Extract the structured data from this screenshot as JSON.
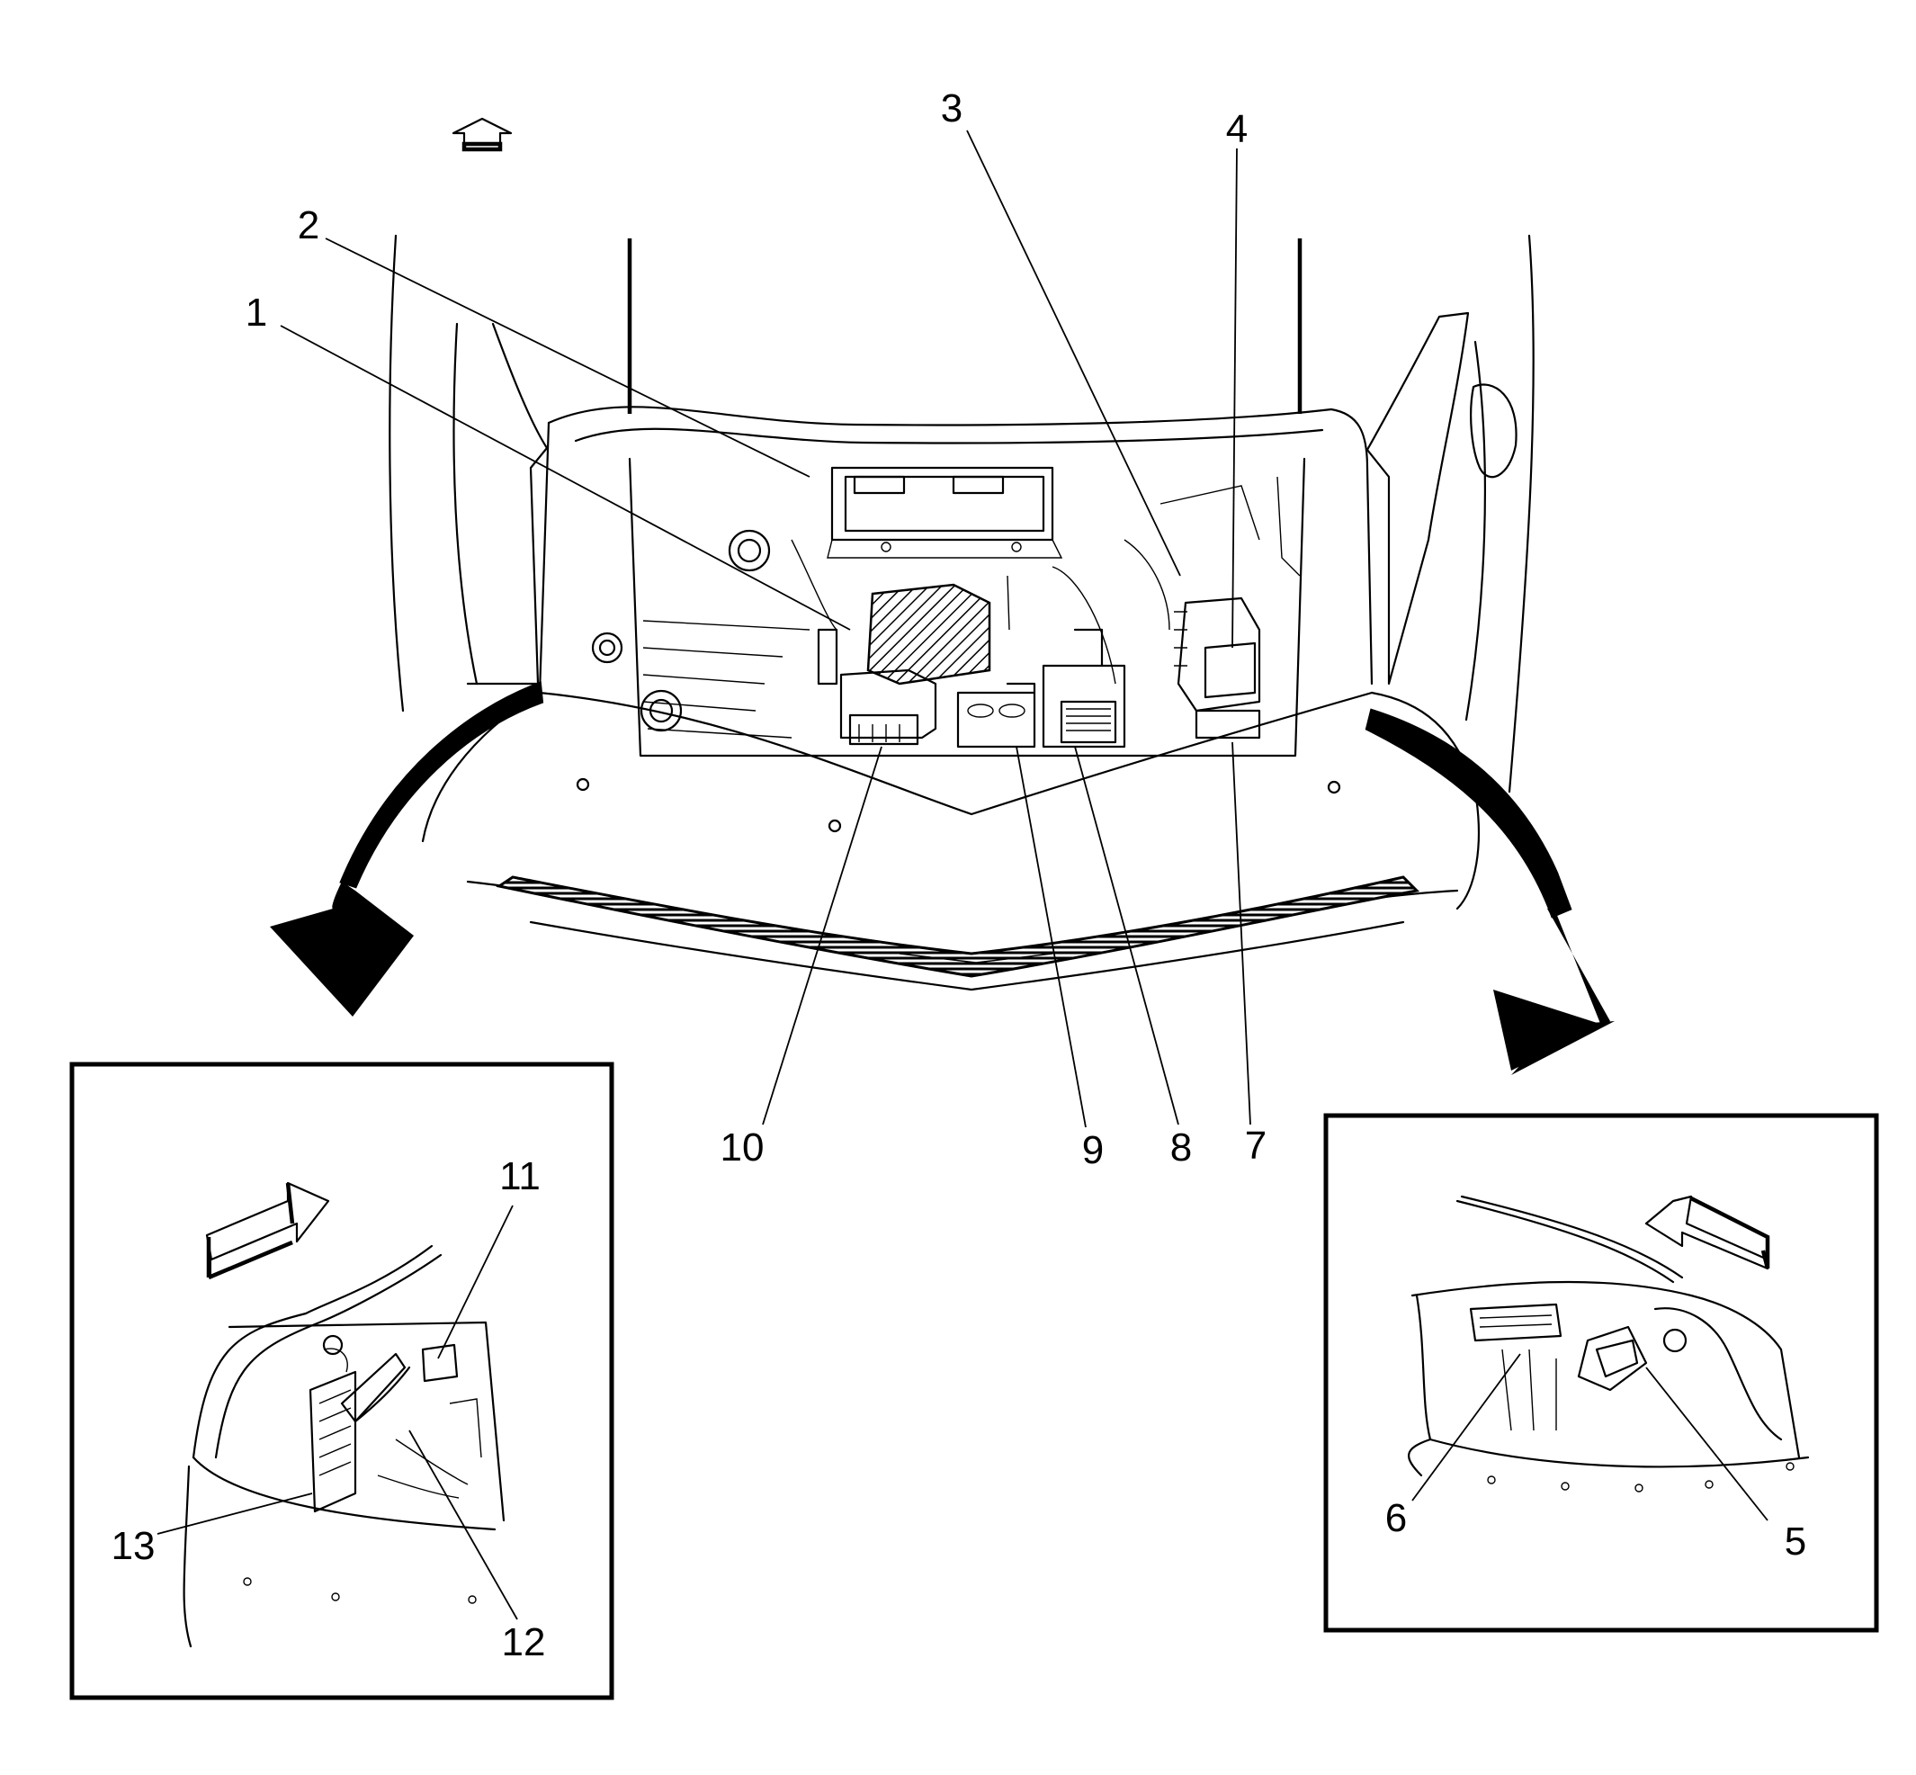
{
  "colors": {
    "ink": "#000000",
    "paper": "#ffffff",
    "hatch": "#000000"
  },
  "diagram": {
    "callouts": [
      {
        "id": "1",
        "label": "1"
      },
      {
        "id": "2",
        "label": "2"
      },
      {
        "id": "3",
        "label": "3"
      },
      {
        "id": "4",
        "label": "4"
      },
      {
        "id": "5",
        "label": "5"
      },
      {
        "id": "6",
        "label": "6"
      },
      {
        "id": "7",
        "label": "7"
      },
      {
        "id": "8",
        "label": "8"
      },
      {
        "id": "9",
        "label": "9"
      },
      {
        "id": "10",
        "label": "10"
      },
      {
        "id": "11",
        "label": "11"
      },
      {
        "id": "12",
        "label": "12"
      },
      {
        "id": "13",
        "label": "13"
      }
    ],
    "icons": [
      "forward-direction-arrow-icon",
      "detail-arrow-left-icon",
      "detail-arrow-right-icon"
    ]
  }
}
